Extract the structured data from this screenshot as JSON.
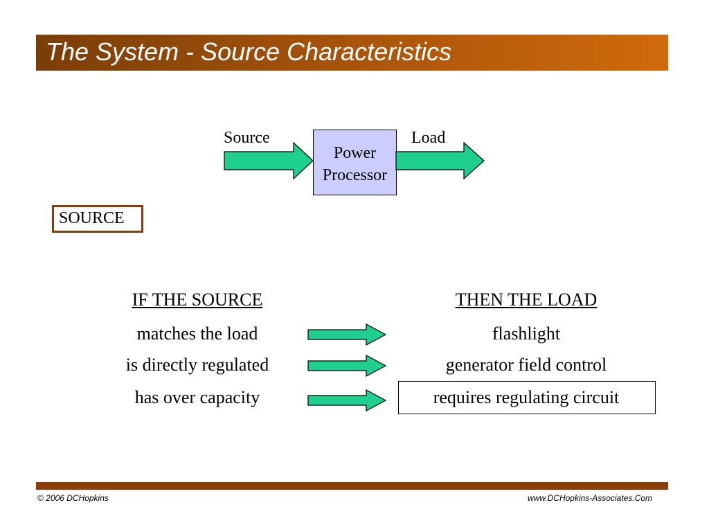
{
  "title": "The System - Source Characteristics",
  "diagram": {
    "input_label": "Source",
    "output_label": "Load",
    "box_line1": "Power",
    "box_line2": "Processor"
  },
  "section_label": "SOURCE",
  "table": {
    "left_header": "IF THE SOURCE",
    "right_header": "THEN THE LOAD",
    "rows": [
      {
        "condition": "matches the load",
        "result": "flashlight"
      },
      {
        "condition": "is directly regulated",
        "result": "generator field control"
      },
      {
        "condition": "has over capacity",
        "result": "requires regulating circuit"
      }
    ]
  },
  "footer": {
    "copyright": "© 2006 DCHopkins",
    "website": "www.DCHopkins-Associates.Com"
  },
  "colors": {
    "title_bar_start": "#7a3e08",
    "title_bar_end": "#d06a0c",
    "arrow_fill": "#1ecf8f",
    "box_fill": "#ccccff",
    "section_border": "#8b3a0a"
  },
  "icons": [
    "right-arrow-icon"
  ]
}
